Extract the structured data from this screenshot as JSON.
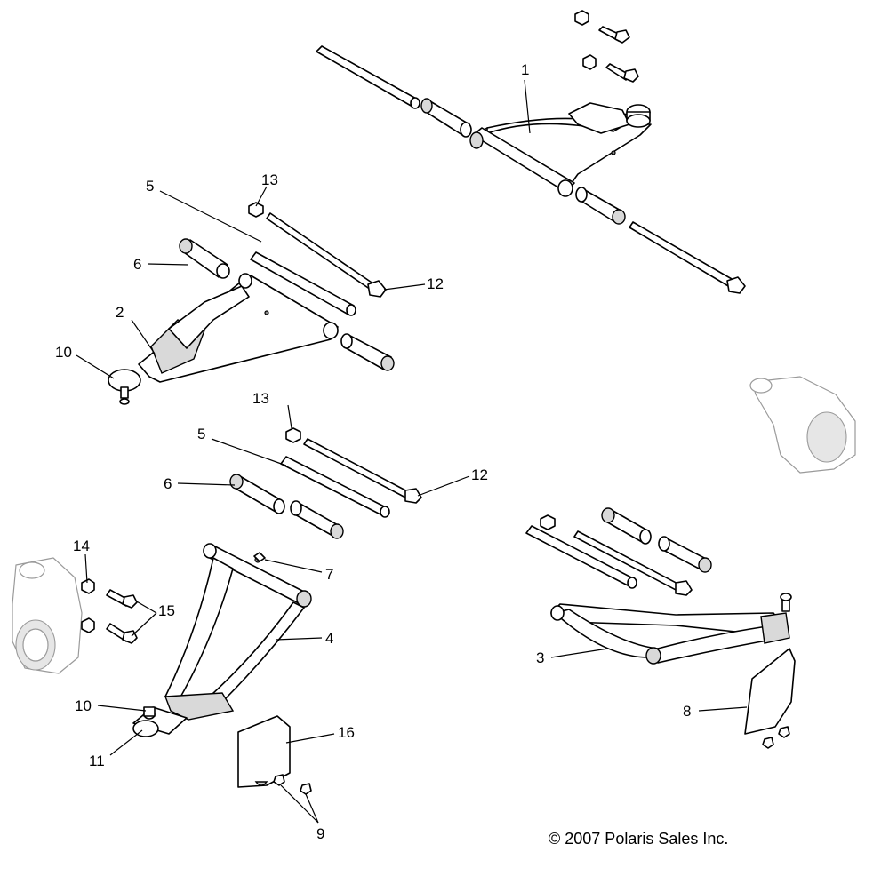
{
  "callouts": {
    "c1": "1",
    "c2": "2",
    "c3": "3",
    "c4": "4",
    "c5a": "5",
    "c5b": "5",
    "c6a": "6",
    "c6b": "6",
    "c7": "7",
    "c8": "8",
    "c9": "9",
    "c10a": "10",
    "c10b": "10",
    "c11": "11",
    "c12a": "12",
    "c12b": "12",
    "c13a": "13",
    "c13b": "13",
    "c14": "14",
    "c15": "15",
    "c16": "16"
  },
  "footer": {
    "copyright": "© 2007 Polaris Sales Inc."
  }
}
